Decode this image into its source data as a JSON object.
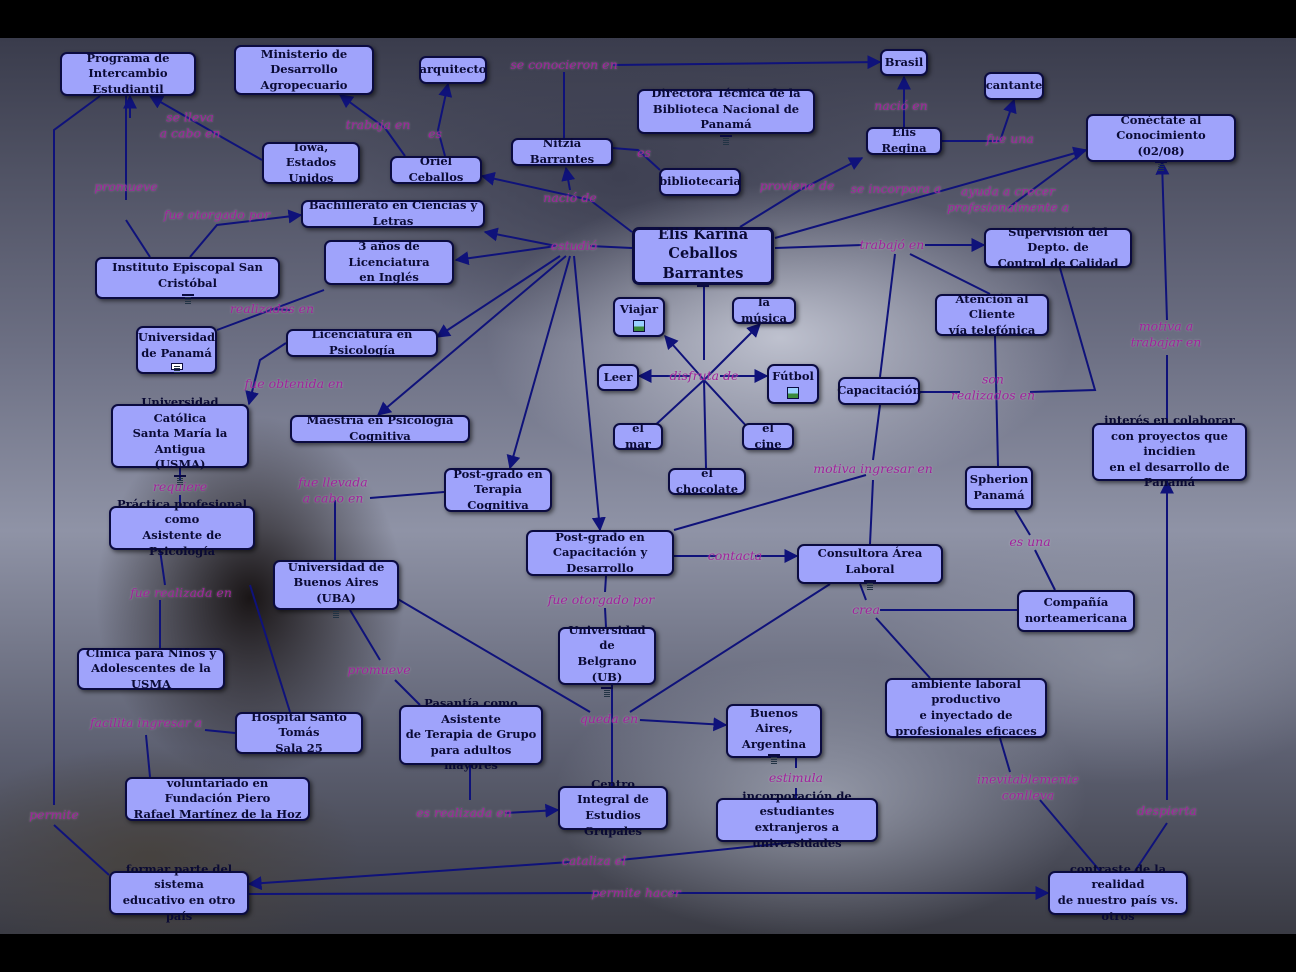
{
  "nodes": [
    {
      "id": "programa",
      "text": "Programa de\nIntercambio Estudiantil",
      "badge": "none"
    },
    {
      "id": "ministerio",
      "text": "Ministerio de\nDesarrollo Agropecuario",
      "badge": "none"
    },
    {
      "id": "arquitecto",
      "text": "arquitecto",
      "badge": "none"
    },
    {
      "id": "brasil",
      "text": "Brasil",
      "badge": "none"
    },
    {
      "id": "cantante",
      "text": "cantante",
      "badge": "none"
    },
    {
      "id": "directora",
      "text": "Directora Técnica de la\nBiblioteca Nacional de Panamá",
      "badge": "doc"
    },
    {
      "id": "conectate",
      "text": "Conéctate al Conocimiento\n(02/08)",
      "badge": "doc"
    },
    {
      "id": "iowa",
      "text": "Iowa,\nEstados Unidos",
      "badge": "none"
    },
    {
      "id": "oriel",
      "text": "Oriel Ceballos",
      "badge": "none"
    },
    {
      "id": "nitzia",
      "text": "Nitzia Barrantes",
      "badge": "none"
    },
    {
      "id": "bibliotecaria",
      "text": "bibliotecaria",
      "badge": "none"
    },
    {
      "id": "elisregina",
      "text": "Elis Regina",
      "badge": "none"
    },
    {
      "id": "bachillerato",
      "text": "Bachillerato en Ciencias y Letras",
      "badge": "none"
    },
    {
      "id": "elis",
      "text": "Elis Karina\nCeballos Barrantes",
      "badge": "img",
      "main": true
    },
    {
      "id": "supervision",
      "text": "Supervisión del Depto. de\nControl de Calidad",
      "badge": "none"
    },
    {
      "id": "instituto",
      "text": "Instituto Episcopal San Cristóbal",
      "badge": "doc"
    },
    {
      "id": "tresanos",
      "text": "3 años de Licenciatura\nen Inglés",
      "badge": "none"
    },
    {
      "id": "viajar",
      "text": "Viajar",
      "badge": "img"
    },
    {
      "id": "musica",
      "text": "la música",
      "badge": "none"
    },
    {
      "id": "atencion",
      "text": "Atención al Cliente\nvía telefónica",
      "badge": "none"
    },
    {
      "id": "upanama",
      "text": "Universidad\nde Panamá",
      "badge": "doc"
    },
    {
      "id": "licpsico",
      "text": "Licenciatura en Psicología",
      "badge": "none"
    },
    {
      "id": "leer",
      "text": "Leer",
      "badge": "none"
    },
    {
      "id": "futbol",
      "text": "Fútbol",
      "badge": "img"
    },
    {
      "id": "capacitacion",
      "text": "Capacitación",
      "badge": "none"
    },
    {
      "id": "usma",
      "text": "Universidad Católica\nSanta María la Antigua\n(USMA)",
      "badge": "doc"
    },
    {
      "id": "maestria",
      "text": "Maestría en Psicología Cognitiva",
      "badge": "none"
    },
    {
      "id": "mar",
      "text": "el mar",
      "badge": "none"
    },
    {
      "id": "cine",
      "text": "el cine",
      "badge": "none"
    },
    {
      "id": "interes",
      "text": "interés en colaborar\ncon proyectos que incidien\nen el desarrollo de Panamá",
      "badge": "none"
    },
    {
      "id": "chocolate",
      "text": "el chocolate",
      "badge": "none"
    },
    {
      "id": "spherion",
      "text": "Spherion\nPanamá",
      "badge": "none"
    },
    {
      "id": "postterapia",
      "text": "Post-grado en\nTerapia Cognitiva",
      "badge": "none"
    },
    {
      "id": "practica",
      "text": "Práctica profesional como\nAsistente de Psicología",
      "badge": "none"
    },
    {
      "id": "postcapa",
      "text": "Post-grado en\nCapacitación y Desarrollo",
      "badge": "none"
    },
    {
      "id": "consultora",
      "text": "Consultora Área Laboral",
      "badge": "doc"
    },
    {
      "id": "uba",
      "text": "Universidad de\nBuenos Aires (UBA)",
      "badge": "doc"
    },
    {
      "id": "compania",
      "text": "Compañía\nnorteamericana",
      "badge": "none"
    },
    {
      "id": "ub",
      "text": "Universidad de\nBelgrano (UB)",
      "badge": "doc"
    },
    {
      "id": "clinica",
      "text": "Clínica para Niños y\nAdolescentes de la USMA",
      "badge": "none"
    },
    {
      "id": "ambiente",
      "text": "ambiente laboral productivo\ne inyectado de\nprofesionales eficaces",
      "badge": "none"
    },
    {
      "id": "hospital",
      "text": "Hospital Santo Tomás\nSala 25",
      "badge": "none"
    },
    {
      "id": "pasantia",
      "text": "Pasantía como Asistente\nde Terapia de Grupo\npara adultos mayores",
      "badge": "none"
    },
    {
      "id": "bsas",
      "text": "Buenos Aires,\nArgentina",
      "badge": "doc"
    },
    {
      "id": "voluntariado",
      "text": "voluntariado en Fundación Piero\nRafael Martínez de la Hoz",
      "badge": "none"
    },
    {
      "id": "centro",
      "text": "Centro Integral de\nEstudios Grupales",
      "badge": "none"
    },
    {
      "id": "incorporacion",
      "text": "incorporación de estudiantes\nextranjeros a universidades",
      "badge": "none"
    },
    {
      "id": "formar",
      "text": "formar parte del sistema\neducativo en otro país",
      "badge": "none"
    },
    {
      "id": "contraste",
      "text": "contraste de la realidad\nde nuestro país vs. otros",
      "badge": "none"
    }
  ],
  "edge_labels": [
    {
      "id": "se-conocieron-en",
      "text": "se conocieron en"
    },
    {
      "id": "se-lleva",
      "text": "se lleva\na cabo en"
    },
    {
      "id": "trabaja-en",
      "text": "trabaja en"
    },
    {
      "id": "es-1",
      "text": "es"
    },
    {
      "id": "es-2",
      "text": "es"
    },
    {
      "id": "nacio-en",
      "text": "nació en"
    },
    {
      "id": "fue-una",
      "text": "fue una"
    },
    {
      "id": "promueve-1",
      "text": "promueve"
    },
    {
      "id": "nacio-de",
      "text": "nació de"
    },
    {
      "id": "proviene-de",
      "text": "proviene de"
    },
    {
      "id": "se-incorpora",
      "text": "se incorpora a"
    },
    {
      "id": "ayuda",
      "text": "ayuda a crecer\nprofesionalmente a"
    },
    {
      "id": "fue-otorgado-1",
      "text": "fue otorgado por"
    },
    {
      "id": "estudio",
      "text": "estudió"
    },
    {
      "id": "trabajo-en",
      "text": "trabajó en"
    },
    {
      "id": "realizados",
      "text": "realizados en"
    },
    {
      "id": "motiva-trabajar",
      "text": "motiva a\ntrabajar en"
    },
    {
      "id": "disfruta",
      "text": "disfruta de"
    },
    {
      "id": "son-realizados",
      "text": "son\nrealizados en"
    },
    {
      "id": "fue-obtenida",
      "text": "fue obtenida en"
    },
    {
      "id": "motiva-ingresar",
      "text": "motiva ingresar en"
    },
    {
      "id": "requiere",
      "text": "requiere"
    },
    {
      "id": "fue-llevada",
      "text": "fue llevada\na cabo en"
    },
    {
      "id": "es-una",
      "text": "es una"
    },
    {
      "id": "contacta",
      "text": "contacta"
    },
    {
      "id": "fue-realizada",
      "text": "fue realizada en"
    },
    {
      "id": "fue-otorgado-2",
      "text": "fue otorgado por"
    },
    {
      "id": "crea",
      "text": "crea"
    },
    {
      "id": "promueve-2",
      "text": "promueve"
    },
    {
      "id": "facilita",
      "text": "facilita ingresar a"
    },
    {
      "id": "queda-en",
      "text": "queda en"
    },
    {
      "id": "estimula",
      "text": "estimula"
    },
    {
      "id": "inevitablemente",
      "text": "inevitablemente\nconlleva"
    },
    {
      "id": "es-realizada",
      "text": "es realizada en"
    },
    {
      "id": "despierta",
      "text": "despierta"
    },
    {
      "id": "permite",
      "text": "permite"
    },
    {
      "id": "cataliza",
      "text": "cataliza el"
    },
    {
      "id": "permite-hacer",
      "text": "permite hacer"
    }
  ],
  "colors": {
    "node_fill": "#9fa3fb",
    "node_border": "#0b0b40",
    "line": "#0f127a",
    "edge_label": "#a1229c"
  }
}
